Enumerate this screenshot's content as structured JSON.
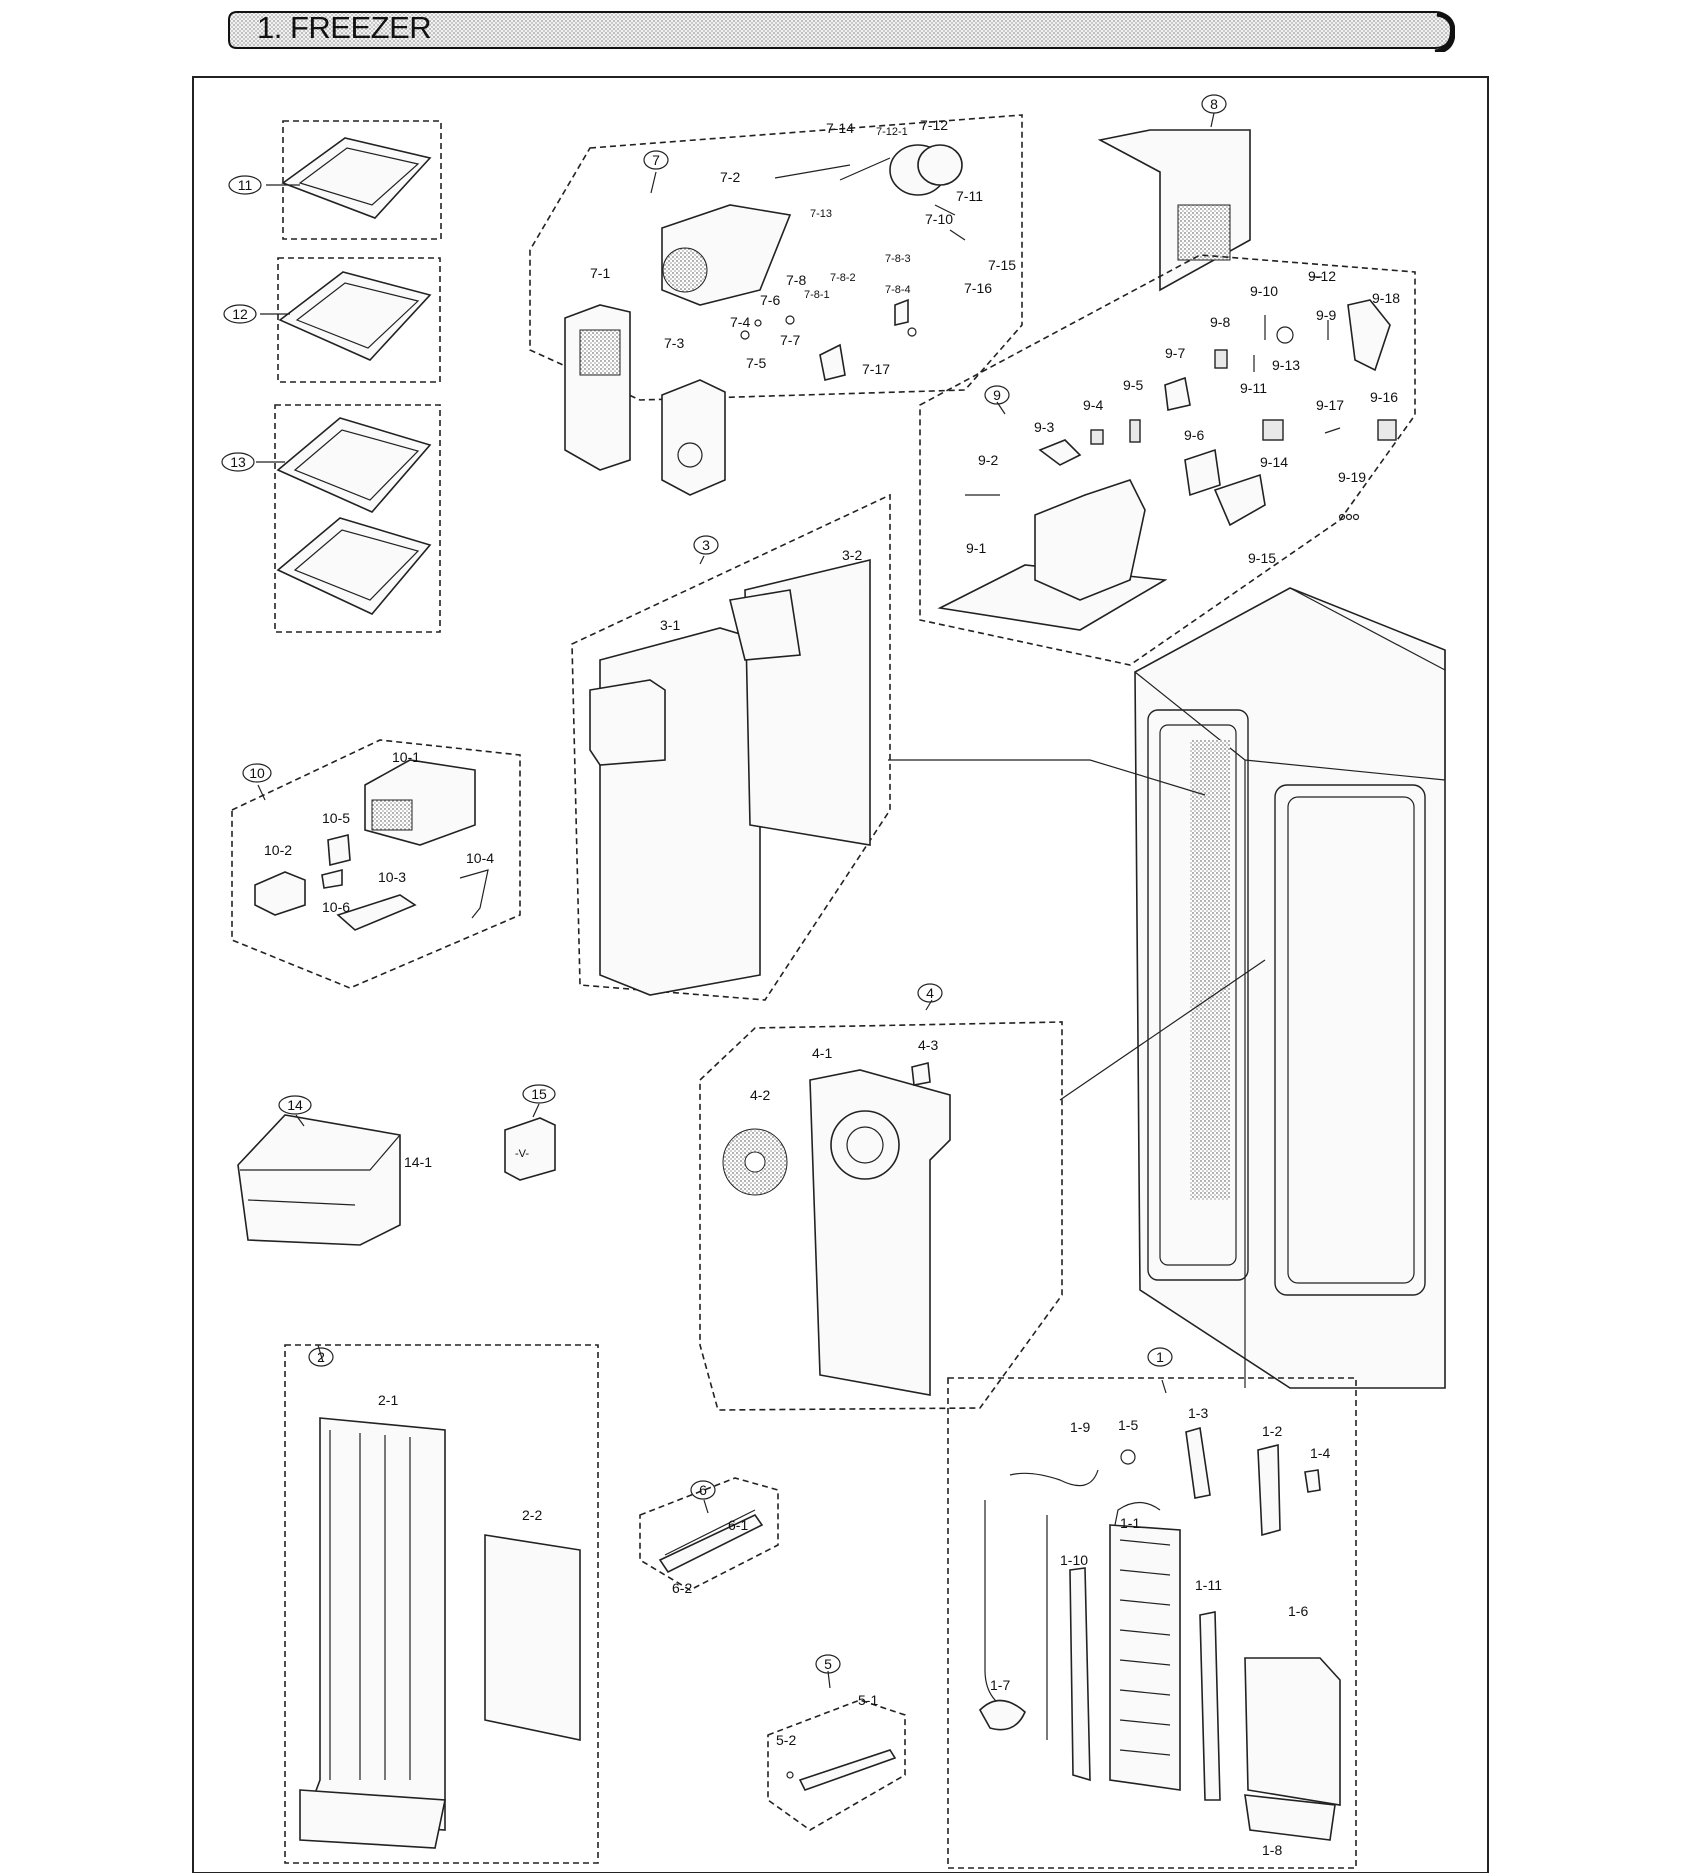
{
  "section_title": "1. FREEZER",
  "group_markers": [
    "1",
    "2",
    "3",
    "4",
    "5",
    "6",
    "7",
    "8",
    "9",
    "10",
    "11",
    "12",
    "13",
    "14",
    "15"
  ],
  "labels": {
    "g1": [
      "1-1",
      "1-2",
      "1-3",
      "1-4",
      "1-5",
      "1-6",
      "1-7",
      "1-8",
      "1-9",
      "1-10",
      "1-11"
    ],
    "g2": [
      "2-1",
      "2-2"
    ],
    "g3": [
      "3-1",
      "3-2"
    ],
    "g4": [
      "4-1",
      "4-2",
      "4-3"
    ],
    "g5": [
      "5-1",
      "5-2"
    ],
    "g6": [
      "6-1",
      "6-2"
    ],
    "g7": [
      "7-1",
      "7-2",
      "7-3",
      "7-4",
      "7-5",
      "7-6",
      "7-7",
      "7-8",
      "7-8-1",
      "7-8-2",
      "7-8-3",
      "7-8-4",
      "7-10",
      "7-11",
      "7-12",
      "7-12-1",
      "7-13",
      "7-14",
      "7-15",
      "7-16",
      "7-17"
    ],
    "g9": [
      "9-1",
      "9-2",
      "9-3",
      "9-4",
      "9-5",
      "9-6",
      "9-7",
      "9-8",
      "9-9",
      "9-10",
      "9-11",
      "9-12",
      "9-13",
      "9-14",
      "9-15",
      "9-16",
      "9-17",
      "9-18",
      "9-19"
    ],
    "g10": [
      "10-1",
      "10-2",
      "10-3",
      "10-4",
      "10-5",
      "10-6"
    ],
    "g14": [
      "14-1"
    ]
  },
  "colors": {
    "ink": "#222222",
    "title_band": "#d8d8d8",
    "mesh": "#9a9a9a"
  }
}
